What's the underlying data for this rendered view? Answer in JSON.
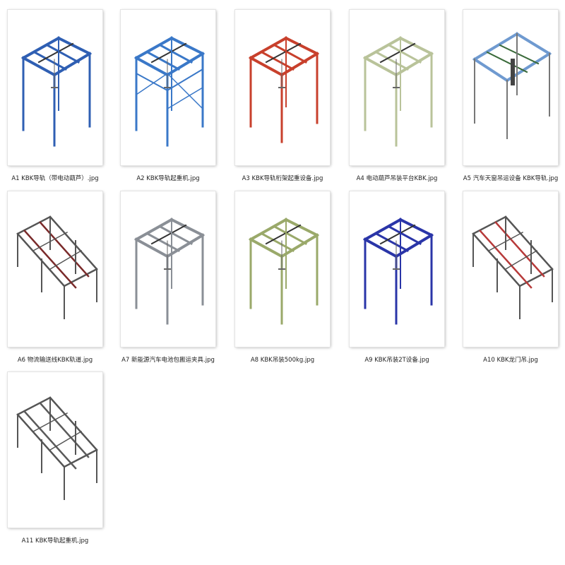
{
  "files": [
    {
      "name": "A1 KBK导轨（带电动葫芦）.jpg",
      "color": "#2f5fb3",
      "style": "frame-tall"
    },
    {
      "name": "A2 KBK导轨起重机.jpg",
      "color": "#3a78c8",
      "style": "truss"
    },
    {
      "name": "A3 KBK导轨桁架起重设备.jpg",
      "color": "#c8402c",
      "style": "frame-open"
    },
    {
      "name": "A4 电动葫芦吊装平台KBK.jpg",
      "color": "#b9c39a",
      "style": "frame-tall"
    },
    {
      "name": "A5 汽车天窗吊运设备 KBK导轨.jpg",
      "color": "#6f9ad0",
      "style": "frame-diag"
    },
    {
      "name": "A6 物流输送线KBK轨道.jpg",
      "color": "#7a2a2a",
      "style": "long-diag"
    },
    {
      "name": "A7 新能源汽车电池包搬运夹具.jpg",
      "color": "#8a8f96",
      "style": "frame-open"
    },
    {
      "name": "A8 KBK吊装500kg.jpg",
      "color": "#9aa96a",
      "style": "frame-open"
    },
    {
      "name": "A9 KBK吊装2T设备.jpg",
      "color": "#2a35a8",
      "style": "frame-open"
    },
    {
      "name": "A10 KBK龙门吊.jpg",
      "color": "#b73a3a",
      "style": "long-diag"
    },
    {
      "name": "A11 KBK导轨起重机.jpg",
      "color": "#5a5a5a",
      "style": "long-diag"
    }
  ]
}
